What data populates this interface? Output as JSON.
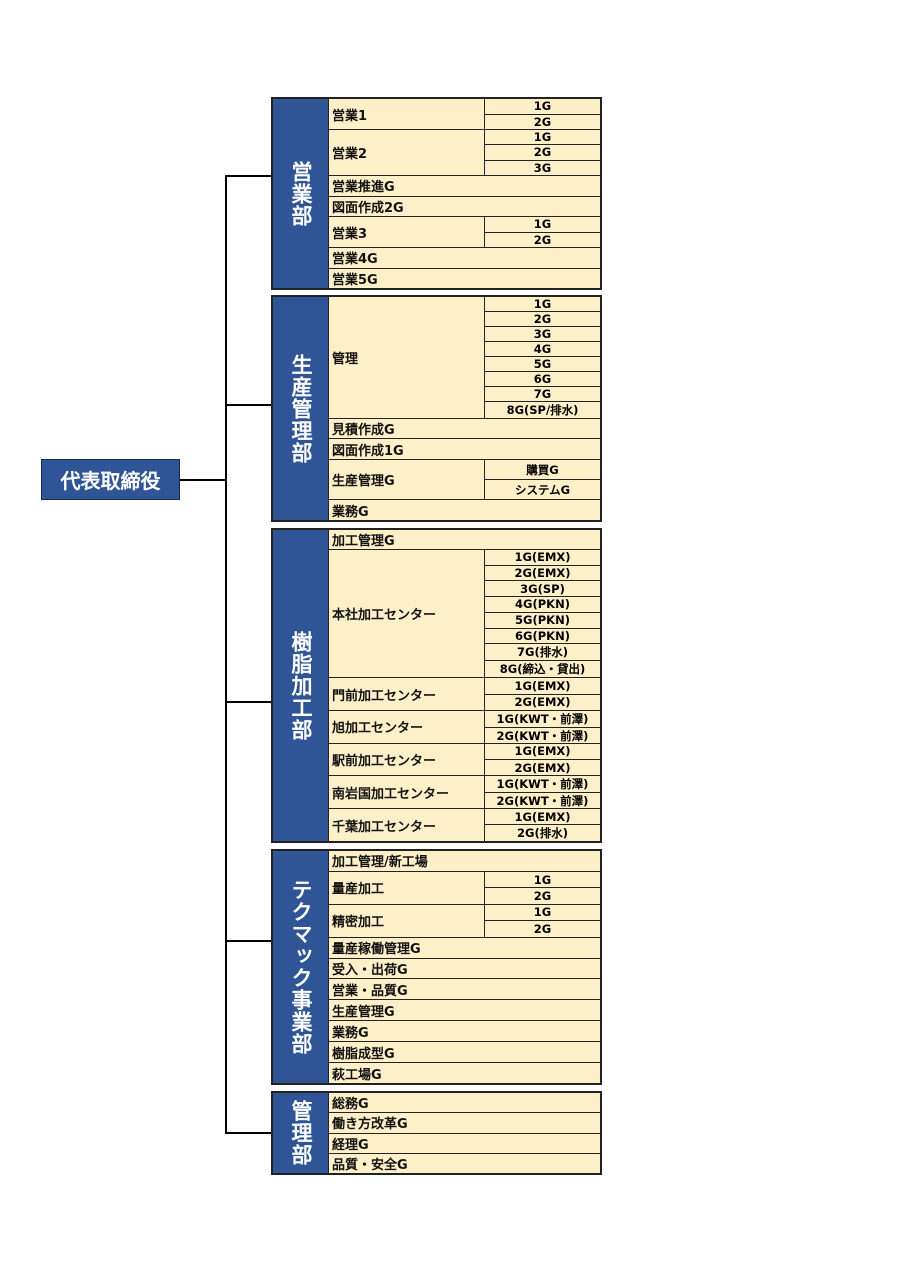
{
  "ceo": "代表取締役",
  "departments": [
    {
      "name": "営業部",
      "items": [
        {
          "label": "営業1",
          "subs": [
            "1G",
            "2G"
          ]
        },
        {
          "label": "営業2",
          "subs": [
            "1G",
            "2G",
            "3G"
          ]
        },
        {
          "label": "営業推進G"
        },
        {
          "label": "図面作成2G"
        },
        {
          "label": "営業3",
          "subs": [
            "1G",
            "2G"
          ]
        },
        {
          "label": "営業4G"
        },
        {
          "label": "営業5G"
        }
      ]
    },
    {
      "name": "生産管理部",
      "items": [
        {
          "label": "管理",
          "subs": [
            "1G",
            "2G",
            "3G",
            "4G",
            "5G",
            "6G",
            "7G",
            "8G(SP/排水)"
          ]
        },
        {
          "label": "見積作成G"
        },
        {
          "label": "図面作成1G"
        },
        {
          "label": "生産管理G",
          "subs": [
            "購買G",
            "システムG"
          ]
        },
        {
          "label": "業務G"
        }
      ]
    },
    {
      "name": "樹脂加工部",
      "items": [
        {
          "label": "加工管理G"
        },
        {
          "label": "本社加工センター",
          "subs": [
            "1G(EMX)",
            "2G(EMX)",
            "3G(SP)",
            "4G(PKN)",
            "5G(PKN)",
            "6G(PKN)",
            "7G(排水)",
            "8G(締込・貸出)"
          ]
        },
        {
          "label": "門前加工センター",
          "subs": [
            "1G(EMX)",
            "2G(EMX)"
          ]
        },
        {
          "label": "旭加工センター",
          "subs": [
            "1G(KWT・前澤)",
            "2G(KWT・前澤)"
          ]
        },
        {
          "label": "駅前加工センター",
          "subs": [
            "1G(EMX)",
            "2G(EMX)"
          ]
        },
        {
          "label": "南岩国加工センター",
          "subs": [
            "1G(KWT・前澤)",
            "2G(KWT・前澤)"
          ]
        },
        {
          "label": "千葉加工センター",
          "subs": [
            "1G(EMX)",
            "2G(排水)"
          ]
        }
      ]
    },
    {
      "name": "テクマック事業部",
      "items": [
        {
          "label": "加工管理/新工場"
        },
        {
          "label": "量産加工",
          "subs": [
            "1G",
            "2G"
          ]
        },
        {
          "label": "精密加工",
          "subs": [
            "1G",
            "2G"
          ]
        },
        {
          "label": "量産稼働管理G"
        },
        {
          "label": "受入・出荷G"
        },
        {
          "label": "営業・品質G"
        },
        {
          "label": "生産管理G"
        },
        {
          "label": "業務G"
        },
        {
          "label": "樹脂成型G"
        },
        {
          "label": "萩工場G"
        }
      ]
    },
    {
      "name": "管理部",
      "items": [
        {
          "label": "総務G"
        },
        {
          "label": "働き方改革G"
        },
        {
          "label": "経理G"
        },
        {
          "label": "品質・安全G"
        }
      ]
    }
  ]
}
